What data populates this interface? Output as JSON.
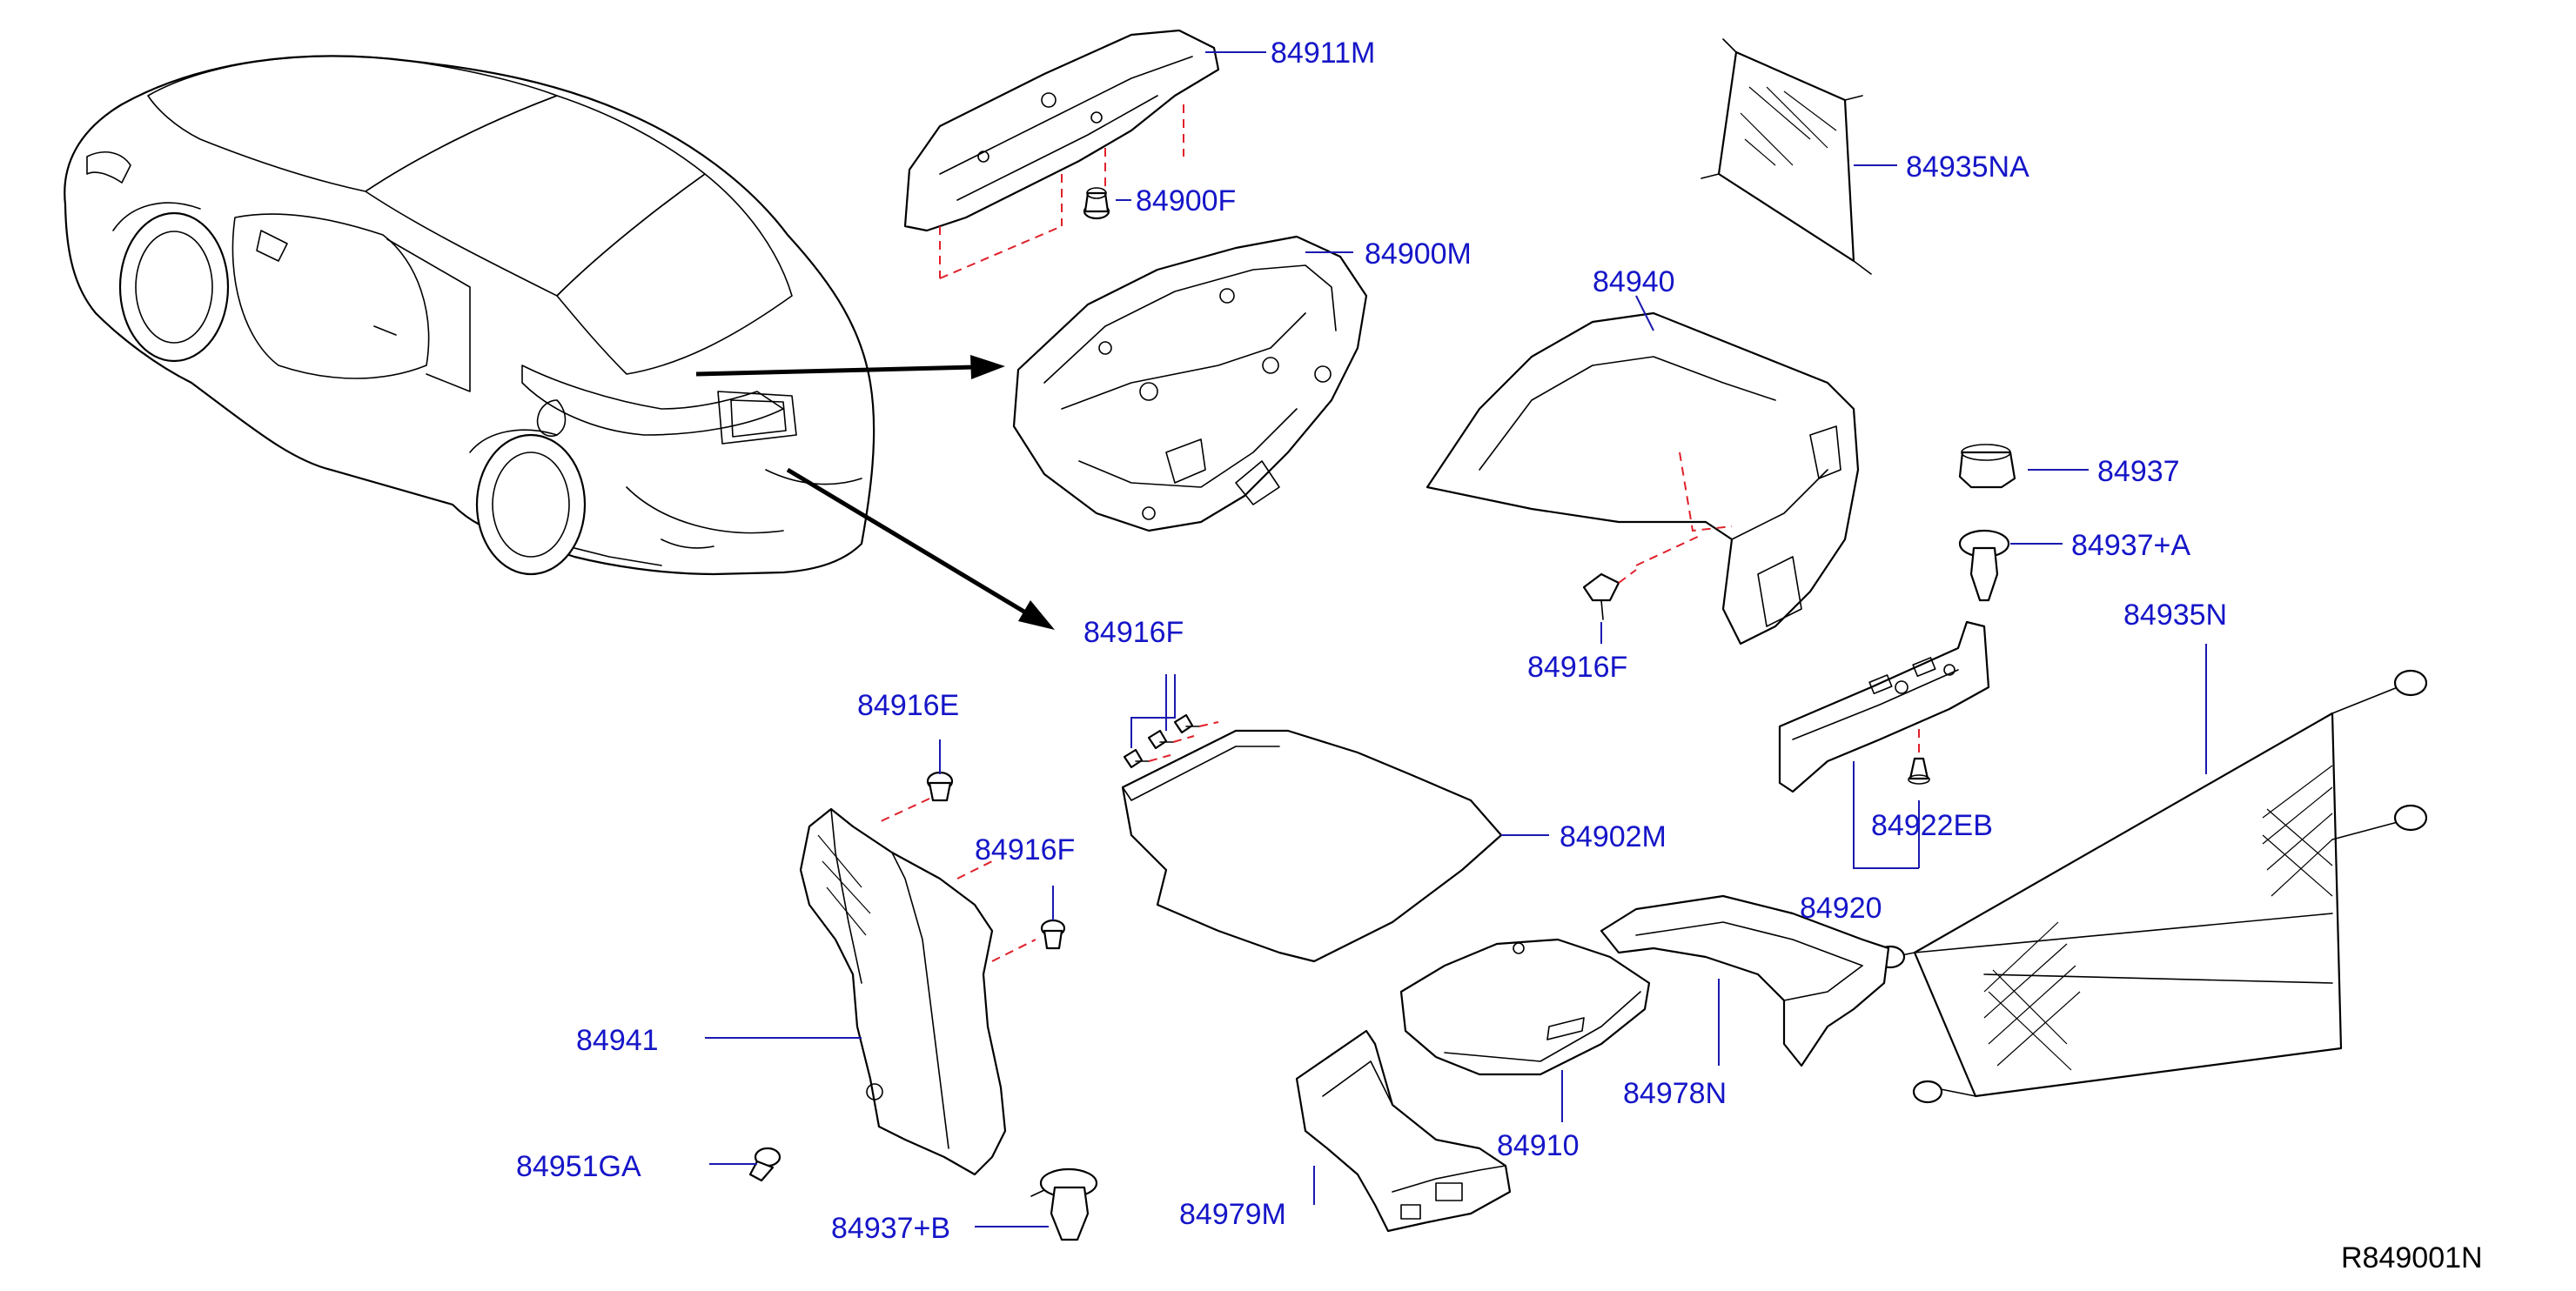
{
  "diagram_ref": "R849001N",
  "colors": {
    "label": "#1515c8",
    "leader": "#1a1ab0",
    "dashed_guide": "#e0202a",
    "line_art": "#000000",
    "background": "#ffffff"
  },
  "labels": [
    {
      "id": "84911M",
      "text": "84911M"
    },
    {
      "id": "84900F",
      "text": "84900F"
    },
    {
      "id": "84900M",
      "text": "84900M"
    },
    {
      "id": "84935NA",
      "text": "84935NA"
    },
    {
      "id": "84940",
      "text": "84940"
    },
    {
      "id": "84937",
      "text": "84937"
    },
    {
      "id": "84937A",
      "text": "84937+A"
    },
    {
      "id": "84916F_top",
      "text": "84916F"
    },
    {
      "id": "84916F_mid",
      "text": "84916F"
    },
    {
      "id": "84916F_left",
      "text": "84916F"
    },
    {
      "id": "84935N",
      "text": "84935N"
    },
    {
      "id": "84916E",
      "text": "84916E"
    },
    {
      "id": "84902M",
      "text": "84902M"
    },
    {
      "id": "84922EB",
      "text": "84922EB"
    },
    {
      "id": "84920",
      "text": "84920"
    },
    {
      "id": "84941",
      "text": "84941"
    },
    {
      "id": "84978N",
      "text": "84978N"
    },
    {
      "id": "84910",
      "text": "84910"
    },
    {
      "id": "84951GA",
      "text": "84951GA"
    },
    {
      "id": "84979M",
      "text": "84979M"
    },
    {
      "id": "84937B",
      "text": "84937+B"
    }
  ]
}
